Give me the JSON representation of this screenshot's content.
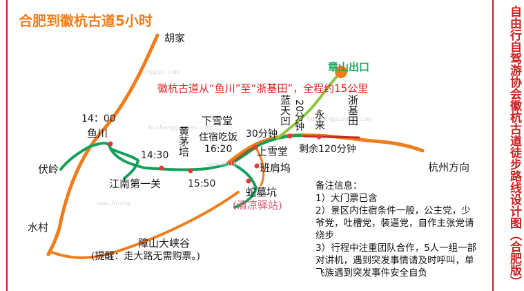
{
  "title": "合肥到徽杭古道5小时",
  "side_title": "自由行自驾游协会徽杭古道徒步路线设计图（合肥版）",
  "route_note": "徽杭古道从“鱼川”至“浙基田”，全程约15公里",
  "places": {
    "hujia": "胡家",
    "yuchuan": "鱼川",
    "fuling": "伏岭",
    "shuicun": "水村",
    "jiangnan_diyiguan": "江南第一关",
    "huangmaopei": "黄茅培",
    "xiaxuetang": "下雪堂",
    "shangxuetang": "上雪堂",
    "banjianwu": "班肩坞",
    "shemukeng": "蛇墓坑",
    "lantianao": "蓝天凹",
    "yonglai": "永来",
    "zhejitian": "浙基田",
    "zhangshan_exit": "章山出口",
    "hangzhou": "杭州方向",
    "zhangshan_canyon": "障山大峡谷"
  },
  "times": {
    "t1400": "14：00",
    "t1430": "14:30",
    "t1550": "15:50",
    "t1620": "16:20",
    "stay": "住宿吃饭",
    "min30": "30分钟",
    "min20": "20分钟",
    "remain": "剩余120分钟"
  },
  "station_note": "(清凉驿站)",
  "tip": "(提醒：走大路无需购票。)",
  "notes": {
    "heading": "备注信息：",
    "items": [
      "1）大门票已含",
      "2）景区内住宿条件一般，公主党，少爷党，吐槽党，装逼党，自作主张党请绕步",
      "3）行程中注重团队合作，5人一组一部对讲机，遇到突发事情请及时呼叫，单飞族遇到突发事件安全自负"
    ]
  },
  "watermarks": [
    "ingguo.com",
    "huihangguodao.com",
    "www.huiha",
    "huihangguodao.com",
    "www.huiha"
  ],
  "colors": {
    "road": "#ef7d1b",
    "trail": "#13a05a",
    "trail_light": "#8cc63f",
    "dirt": "#8b5a2b",
    "marker": "#e53935",
    "title": "#ef7d1b",
    "note": "#e11d1d",
    "frame": "#cc1f1f"
  }
}
